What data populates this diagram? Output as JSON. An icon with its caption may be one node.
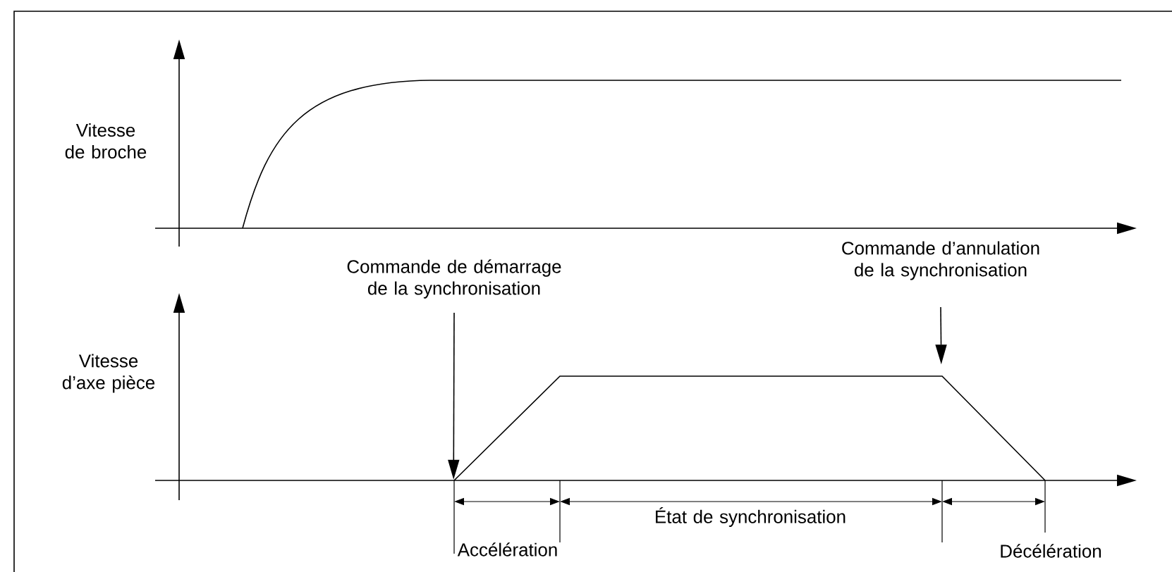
{
  "diagram": {
    "nodes": [
      {
        "text": [
          "Commande de démarrage de la synchronisation"
        ]
      },
      {
        "text": [
          "Commande d’annulation de la synchronisation"
        ]
      },
      {
        "text": [],
        "shape": "picture"
      }
    ],
    "edges": [
      {
        "from": 0,
        "to": 2,
        "arrow": "to"
      },
      {
        "from": 1,
        "to": 2,
        "arrow": "to"
      }
    ],
    "labels": [
      "Vitesse de broche",
      "Vitesse d’axe pièce",
      "Accélération",
      "État de synchronisation",
      "Décélération"
    ]
  }
}
